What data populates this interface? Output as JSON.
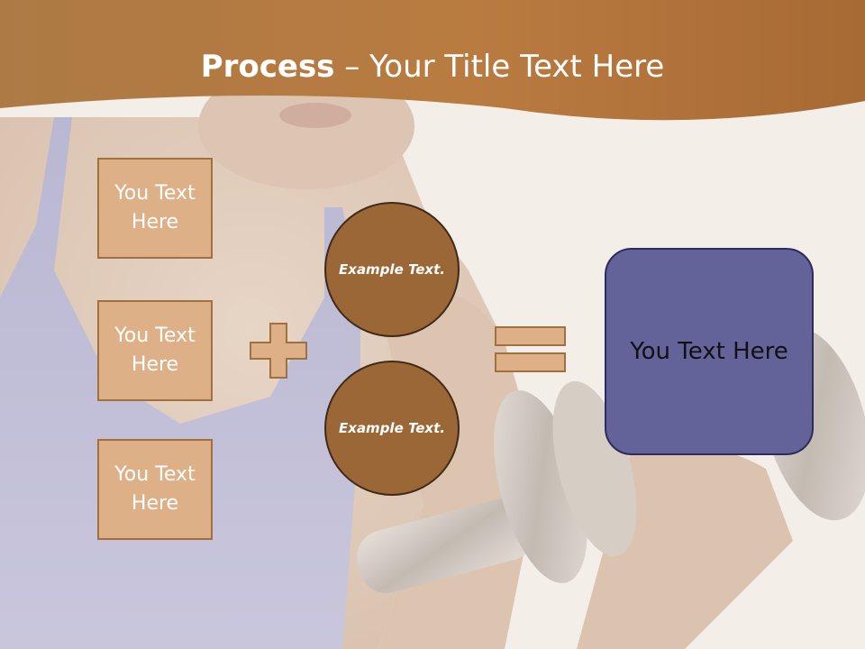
{
  "title": {
    "bold": "Process",
    "rest": " – Your Title Text Here"
  },
  "left_boxes": [
    {
      "label": "You Text Here"
    },
    {
      "label": "You Text Here"
    },
    {
      "label": "You Text Here"
    }
  ],
  "circles": [
    {
      "label": "Example Text."
    },
    {
      "label": "Example Text."
    }
  ],
  "result": {
    "label": "You Text Here"
  },
  "operators": {
    "plus": "plus-sign",
    "equals": "equals-sign"
  },
  "colors": {
    "header": "#b9763a",
    "box_fill": "#deb087",
    "box_border": "#a0703f",
    "circle_fill": "#9c6737",
    "result_fill": "#646399"
  }
}
